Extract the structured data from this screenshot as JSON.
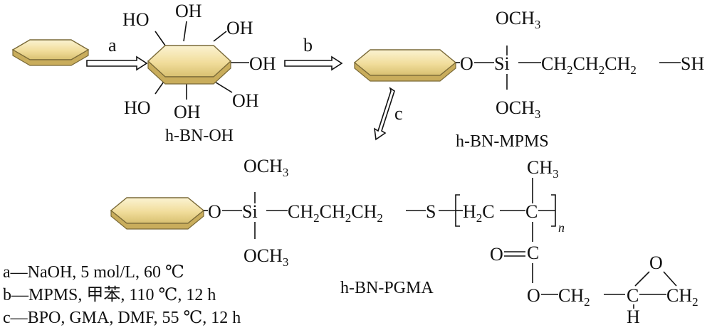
{
  "labels": {
    "hbnoh": "h-BN-OH",
    "hbnmpms": "h-BN-MPMS",
    "hbnpgma": "h-BN-PGMA"
  },
  "arrows": {
    "a": "a",
    "b": "b",
    "c": "c"
  },
  "groups": {
    "oh": "OH",
    "ho": "HO",
    "o": "O",
    "si": "Si",
    "och3_pre": "OCH",
    "three": "3",
    "ch": "CH",
    "two": "2",
    "sh": "SH",
    "s": "S",
    "h": "H",
    "c": "C",
    "n": "n"
  },
  "conditions": {
    "a": "a—NaOH, 5 mol/L, 60 ℃",
    "b": "b—MPMS, 甲苯, 110 ℃, 12 h",
    "c": "c—BPO, GMA, DMF, 55 ℃, 12 h"
  },
  "colors": {
    "sheet_fill": "#f6e7b3",
    "sheet_edge": "#7a6a38"
  }
}
